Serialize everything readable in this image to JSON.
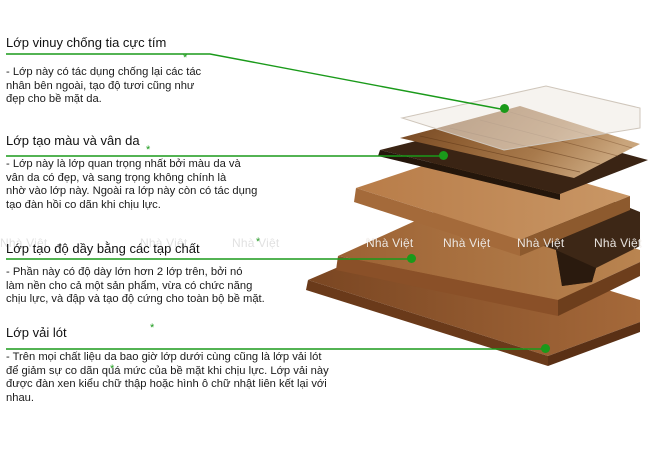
{
  "layers": [
    {
      "title": "Lớp vinuy chống tia cực tím",
      "description": "- Lớp này có tác dụng chống lại các tác\nnhân bên ngoài, tạo độ tươi cũng như\nđẹp cho bề mặt da."
    },
    {
      "title": "Lớp tạo màu và vân da",
      "description": "- Lớp này là lớp quan trọng  nhất bởi màu da và\nvân da có đẹp, và sang trọng không chính là\nnhờ vào lớp này. Ngoài ra lớp này còn có tác dụng\ntạo đàn hồi co dãn khi chịu lực."
    },
    {
      "title": "Lớp tạo độ dầy bằng các tạp chất",
      "description": "- Phần này có độ dày lớn hơn 2 lớp trên, bởi nó\nlàm nền cho cả một sản phẩm, vừa có chức năng\nchịu lực, và đập và tạo độ cứng cho toàn bộ bề mặt."
    },
    {
      "title": "Lớp vải lót",
      "description": "- Trên mọi chất liệu da bao giờ lớp dưới cùng cũng là lớp vải lót\nđể giảm sự co dãn quá mức của bề mặt khi chịu lực. Lớp vải này\nđược đàn xen kiểu chữ thập hoặc hình ô chữ nhật liên kết lại với\nnhau."
    }
  ],
  "watermark": "Nhà Việt",
  "colors": {
    "pointer_line": "#1a9a1a",
    "marker": "#1a9a1a",
    "top_wood": "#8a5a2e",
    "tan_layer": "#b57a48",
    "core_layer": "#a56c3e",
    "dark_layer": "#4a3020",
    "base_layer": "#8c5530"
  }
}
